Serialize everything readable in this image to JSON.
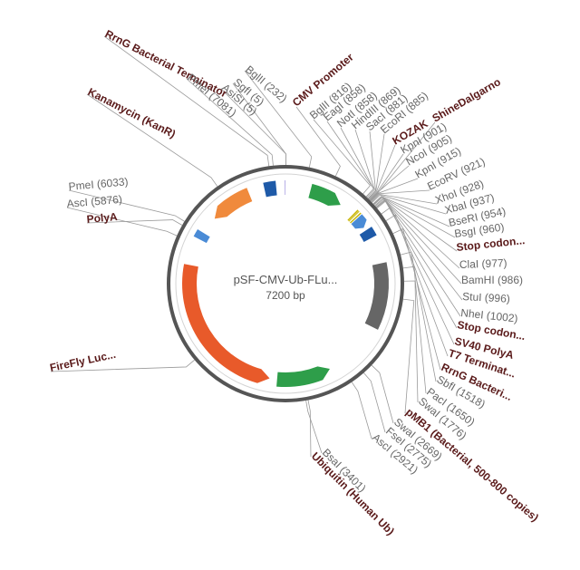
{
  "plasmid": {
    "name": "pSF-CMV-Ub-FLu...",
    "size_label": "7200 bp",
    "length": 7200
  },
  "features": [
    {
      "name": "cmv-promoter-arc",
      "start": 300,
      "end": 700,
      "color": "#2e9e4a",
      "dir": 1
    },
    {
      "name": "kozak-arc",
      "start": 885,
      "end": 901,
      "color": "#c8b400",
      "dir": 0
    },
    {
      "name": "shine-dalgarno-arc",
      "start": 905,
      "end": 915,
      "color": "#c8b400",
      "dir": 0
    },
    {
      "name": "stop-codon-arc-1",
      "start": 930,
      "end": 945,
      "color": "#c8b400",
      "dir": 0
    },
    {
      "name": "blue-feature-arc-1",
      "start": 955,
      "end": 1090,
      "color": "#4a8bd6",
      "dir": 1
    },
    {
      "name": "srf-feature-arc",
      "start": 1130,
      "end": 1240,
      "color": "#1e5aa8",
      "dir": 0
    },
    {
      "name": "pmb1-arc",
      "start": 1560,
      "end": 2330,
      "color": "#666666",
      "dir": 0
    },
    {
      "name": "ubiquitin-arc",
      "start": 3050,
      "end": 3700,
      "color": "#2e9e4a",
      "dir": -1
    },
    {
      "name": "firefly-luc-arc",
      "start": 3790,
      "end": 5620,
      "color": "#e85a2a",
      "dir": -1
    },
    {
      "name": "polya-arc",
      "start": 5945,
      "end": 6035,
      "color": "#4a8bd6",
      "dir": 0
    },
    {
      "name": "kanamycin-arc",
      "start": 6250,
      "end": 6760,
      "color": "#f08a3c",
      "dir": -1
    },
    {
      "name": "rrng-terminator-arc",
      "start": 6950,
      "end": 7090,
      "color": "#1e5aa8",
      "dir": 0
    },
    {
      "name": "cmv-start-tick",
      "start": 7195,
      "end": 7200,
      "color": "#6a5acd",
      "dir": 0
    }
  ],
  "labels": [
    {
      "name": "label-rrng-bacterial-terminator",
      "text": "RrnG Bacterial Terminator",
      "type": "feature",
      "pos": 7040
    },
    {
      "name": "label-kanamycin",
      "text": "Kanamycin (KanR)",
      "type": "feature",
      "pos": 6500
    },
    {
      "name": "label-bglii-232",
      "text": "BglII (232)",
      "type": "site",
      "pos": 232
    },
    {
      "name": "label-sgfi",
      "text": "SgfI (5)",
      "type": "site",
      "pos": 5
    },
    {
      "name": "label-asisi",
      "text": "AsiSI (5)",
      "type": "site",
      "pos": 5
    },
    {
      "name": "label-pmei-7081",
      "text": "PmeI (7081)",
      "type": "site",
      "pos": 7081
    },
    {
      "name": "label-cmv-promoter",
      "text": "CMV Promoter",
      "type": "feature",
      "pos": 500
    },
    {
      "name": "label-bglii-816",
      "text": "BglII (816)",
      "type": "site",
      "pos": 816
    },
    {
      "name": "label-eagi",
      "text": "EagI (858)",
      "type": "site",
      "pos": 858
    },
    {
      "name": "label-noti",
      "text": "NotI (858)",
      "type": "site",
      "pos": 858
    },
    {
      "name": "label-hindiii",
      "text": "HindIII (869)",
      "type": "site",
      "pos": 869
    },
    {
      "name": "label-saci",
      "text": "SacI (881)",
      "type": "site",
      "pos": 881
    },
    {
      "name": "label-ecori",
      "text": "EcoRI (885)",
      "type": "site",
      "pos": 885
    },
    {
      "name": "label-kozak",
      "text": "KOZAK",
      "type": "feature",
      "pos": 893
    },
    {
      "name": "label-shinedalgarno",
      "text": "ShineDalgarno",
      "type": "feature",
      "pos": 910
    },
    {
      "name": "label-kpni-901",
      "text": "KpnI (901)",
      "type": "site",
      "pos": 901
    },
    {
      "name": "label-ncoi",
      "text": "NcoI (905)",
      "type": "site",
      "pos": 905
    },
    {
      "name": "label-kpni-915",
      "text": "KpnI (915)",
      "type": "site",
      "pos": 915
    },
    {
      "name": "label-ecorv",
      "text": "EcoRV (921)",
      "type": "site",
      "pos": 921
    },
    {
      "name": "label-xhoi",
      "text": "XhoI (928)",
      "type": "site",
      "pos": 928
    },
    {
      "name": "label-xbai",
      "text": "XbaI (937)",
      "type": "site",
      "pos": 937
    },
    {
      "name": "label-bseri",
      "text": "BseRI (954)",
      "type": "site",
      "pos": 954
    },
    {
      "name": "label-bsgi",
      "text": "BsgI (960)",
      "type": "site",
      "pos": 960
    },
    {
      "name": "label-stop-codon-1",
      "text": "Stop codon...",
      "type": "feature",
      "pos": 965
    },
    {
      "name": "label-clai",
      "text": "ClaI (977)",
      "type": "site",
      "pos": 977
    },
    {
      "name": "label-bamhi",
      "text": "BamHI (986)",
      "type": "site",
      "pos": 986
    },
    {
      "name": "label-stui",
      "text": "StuI (996)",
      "type": "site",
      "pos": 996
    },
    {
      "name": "label-nhei",
      "text": "NheI (1002)",
      "type": "site",
      "pos": 1002
    },
    {
      "name": "label-stop-codon-2",
      "text": "Stop codon...",
      "type": "feature",
      "pos": 1010
    },
    {
      "name": "label-sv40-polya",
      "text": "SV40 PolyA",
      "type": "feature",
      "pos": 1080
    },
    {
      "name": "label-t7-terminator",
      "text": "T7 Terminat...",
      "type": "feature",
      "pos": 1160
    },
    {
      "name": "label-rrng-bacteri",
      "text": "RrnG Bacteri...",
      "type": "feature",
      "pos": 1300
    },
    {
      "name": "label-sbfi",
      "text": "SbfI (1518)",
      "type": "site",
      "pos": 1518
    },
    {
      "name": "label-paci",
      "text": "PacI (1650)",
      "type": "site",
      "pos": 1650
    },
    {
      "name": "label-swai-1776",
      "text": "SwaI (1776)",
      "type": "site",
      "pos": 1776
    },
    {
      "name": "label-pmb1",
      "text": "pMB1 (Bacterial, 500-800 copies)",
      "type": "feature",
      "pos": 1950
    },
    {
      "name": "label-swai-2669",
      "text": "SwaI (2669)",
      "type": "site",
      "pos": 2669
    },
    {
      "name": "label-fsei",
      "text": "FseI (2775)",
      "type": "site",
      "pos": 2775
    },
    {
      "name": "label-asci-2921",
      "text": "AscI (2921)",
      "type": "site",
      "pos": 2921
    },
    {
      "name": "label-bsai",
      "text": "BsaI (3401)",
      "type": "site",
      "pos": 3401
    },
    {
      "name": "label-ubiquitin",
      "text": "Ubiquitin (Human Ub)",
      "type": "feature",
      "pos": 3380
    },
    {
      "name": "label-firefly-luc",
      "text": "FireFly Luc...",
      "type": "feature",
      "pos": 4600
    },
    {
      "name": "label-polya",
      "text": "PolyA",
      "type": "feature",
      "pos": 5990
    },
    {
      "name": "label-asci-5876",
      "text": "AscI (5876)",
      "type": "site",
      "pos": 5876
    },
    {
      "name": "label-pmei-6033",
      "text": "PmeI (6033)",
      "type": "site",
      "pos": 6033
    }
  ]
}
